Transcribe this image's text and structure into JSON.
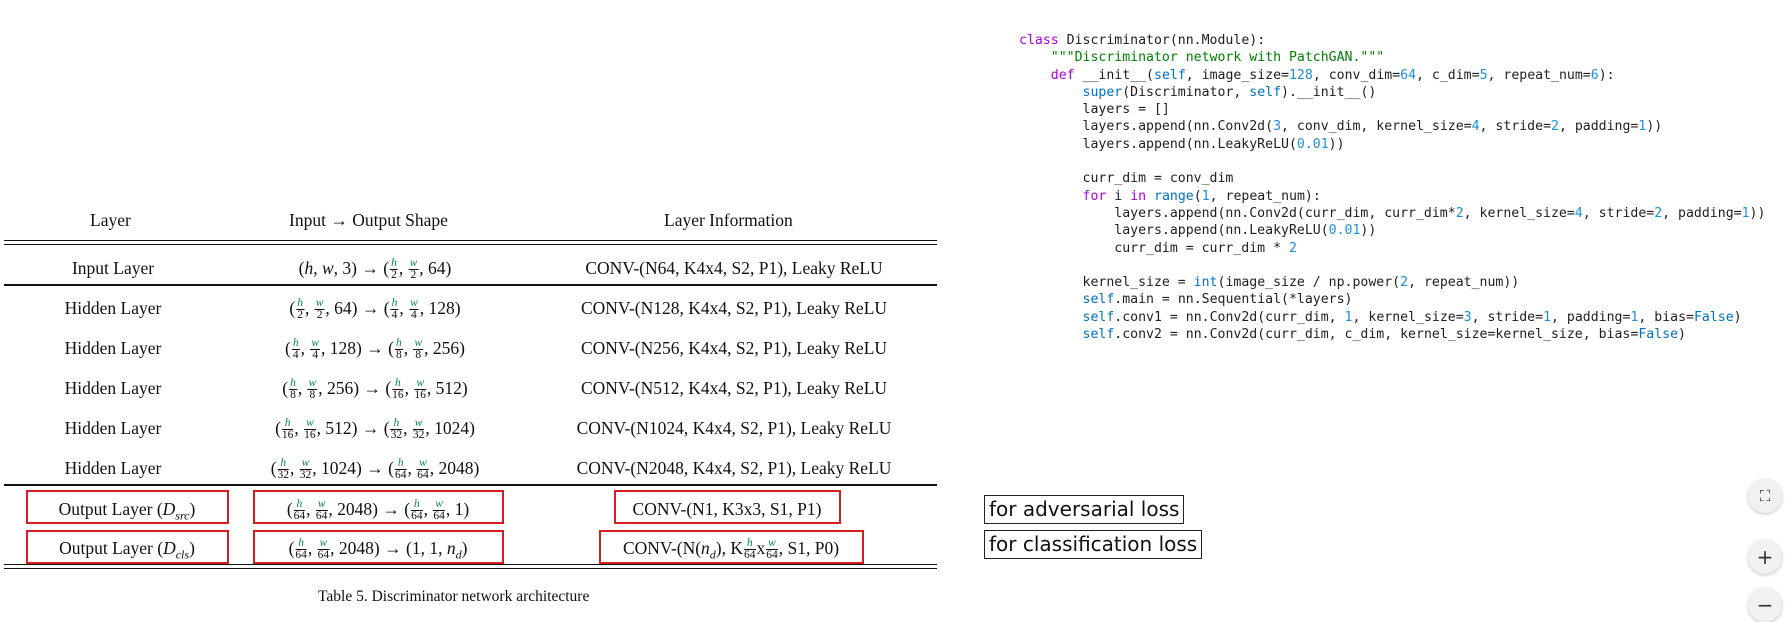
{
  "table": {
    "headers": [
      "Layer",
      "Input → Output Shape",
      "Layer Information"
    ],
    "rows": [
      {
        "layer": "Input Layer",
        "info": "CONV-(N64, K4x4, S2, P1), Leaky ReLU"
      },
      {
        "layer": "Hidden Layer",
        "info": "CONV-(N128, K4x4, S2, P1), Leaky ReLU"
      },
      {
        "layer": "Hidden Layer",
        "info": "CONV-(N256, K4x4, S2, P1), Leaky ReLU"
      },
      {
        "layer": "Hidden Layer",
        "info": "CONV-(N512, K4x4, S2, P1), Leaky ReLU"
      },
      {
        "layer": "Hidden Layer",
        "info": "CONV-(N1024, K4x4, S2, P1), Leaky ReLU"
      },
      {
        "layer": "Hidden Layer",
        "info": "CONV-(N2048, K4x4, S2, P1), Leaky ReLU"
      },
      {
        "layer": "Output Layer (D_src)",
        "info": "CONV-(N1, K3x3, S1, P1)"
      },
      {
        "layer": "Output Layer (D_cls)",
        "info": "CONV-(N(n_d), K h/64 x w/64, S1, P0)"
      }
    ],
    "caption": "Table 5. Discriminator network architecture"
  },
  "code": [
    "class Discriminator(nn.Module):",
    "    \"\"\"Discriminator network with PatchGAN.\"\"\"",
    "    def __init__(self, image_size=128, conv_dim=64, c_dim=5, repeat_num=6):",
    "        super(Discriminator, self).__init__()",
    "        layers = []",
    "        layers.append(nn.Conv2d(3, conv_dim, kernel_size=4, stride=2, padding=1))",
    "        layers.append(nn.LeakyReLU(0.01))",
    "",
    "        curr_dim = conv_dim",
    "        for i in range(1, repeat_num):",
    "            layers.append(nn.Conv2d(curr_dim, curr_dim*2, kernel_size=4, stride=2, padding=1))",
    "            layers.append(nn.LeakyReLU(0.01))",
    "            curr_dim = curr_dim * 2",
    "",
    "        kernel_size = int(image_size / np.power(2, repeat_num))",
    "        self.main = nn.Sequential(*layers)",
    "        self.conv1 = nn.Conv2d(curr_dim, 1, kernel_size=3, stride=1, padding=1, bias=False)",
    "        self.conv2 = nn.Conv2d(curr_dim, c_dim, kernel_size=kernel_size, bias=False)"
  ],
  "notes": {
    "adversarial": "for adversarial loss",
    "classification": "for classification loss"
  },
  "controls": {
    "expand": "⛶",
    "zoom_in": "+",
    "zoom_out": "−"
  }
}
